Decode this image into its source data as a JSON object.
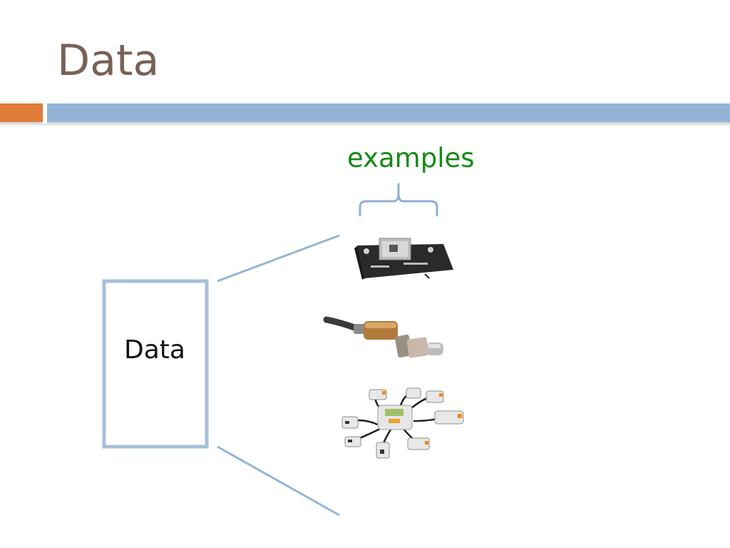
{
  "slide": {
    "title": "Data",
    "examples_label": "examples",
    "box_label": "Data"
  },
  "images": [
    {
      "name": "sensor-board-image"
    },
    {
      "name": "oxygen-sensor-image"
    },
    {
      "name": "robot-kit-image"
    }
  ],
  "colors": {
    "title": "#7a6158",
    "accent_orange": "#e07b39",
    "accent_blue": "#93b4d6",
    "examples_text": "#168a16",
    "connector": "#93b4d6"
  }
}
